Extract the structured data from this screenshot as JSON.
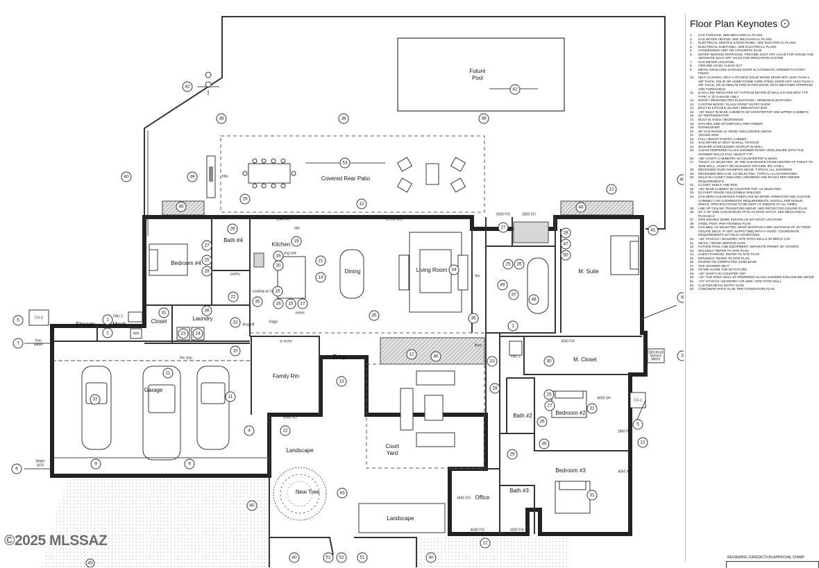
{
  "rooms": {
    "future_pool": [
      "Future",
      "Pool"
    ],
    "covered_rear_patio": "Covered Rear Patio",
    "bbq": "bbq",
    "bedroom4": "Bedroom #4",
    "bath4": "Bath #4",
    "kitchen": "Kitchen",
    "dining": "Dining",
    "living_room": "Living Room",
    "fire": "fire",
    "m_suite": "M. Suite",
    "m_closet": "M. Closet",
    "storage": "Storage",
    "mech": "Mech",
    "closet": "Closet",
    "laundry": "Laundry",
    "pantry": "pantry",
    "drop_off": "drop off",
    "garage": "Garage",
    "family_rm": "Family Rm",
    "entry": "Entry",
    "linen": "linen",
    "court_yard": [
      "Court",
      "Yard"
    ],
    "landscape_1": "Landscape",
    "landscape_2": "Landscape",
    "new_tree": "New Tree",
    "office": "Office",
    "bath3": "Bath #3",
    "bath2": "Bath #2",
    "bedroom2": "Bedroom #2",
    "bedroom3": "Bedroom #3"
  },
  "small_labels": {
    "fau2": "FAU 2",
    "wh": "WH",
    "fau1": "FAU 1",
    "cu2": "CU-2",
    "cu1": "CU-1",
    "gas_meter": [
      "Gas",
      "Meter"
    ],
    "water_sov": [
      "Water",
      "SOV"
    ],
    "electrical_service_meter": [
      "Electrical",
      "Service",
      "Meter"
    ],
    "dsh": "dsh",
    "veg_sink": "veg sink",
    "cooktop": "cooktop w/ hood",
    "fridge": "fridge",
    "ovens": "ovens",
    "tv_niche": "tv niche",
    "fire_stop": "fire stop",
    "d1": "3040 XO",
    "d2": "22090 SLD",
    "d3": "3020 FIX",
    "d4": "2850 XO",
    "d5": "3030 FIX",
    "d6": "6040 XO",
    "d7": "4460 XO",
    "d8": "4040 FIX",
    "d9": "3020 FIX",
    "d10": "4050 SH",
    "d11": "2860 FIX",
    "d12": "4050 XO"
  },
  "bubbles": {
    "b42a": "42",
    "b42b": "42",
    "b38a": "38",
    "b38b": "38",
    "b38c": "38",
    "b53": "53",
    "b40a": "40",
    "b39": "39",
    "b46a": "46",
    "b29a": "29",
    "b12a": "12",
    "b12b": "12",
    "b46b": "46",
    "b40b": "40",
    "b41": "41",
    "b26a": "26",
    "b19": "19",
    "b27a": "27",
    "b25a": "25",
    "b28a": "28",
    "b18": "18",
    "b20": "20",
    "b21": "21",
    "b14": "14",
    "b34": "34",
    "b27b": "27",
    "b28b": "28",
    "b47": "47",
    "b50": "50",
    "b25b": "25",
    "b26b": "26",
    "b49": "49",
    "b37a": "37",
    "b48": "48",
    "b22": "22",
    "b15a": "15",
    "b35a": "35",
    "b36": "36",
    "b16": "16",
    "b15b": "15",
    "b17": "17",
    "b1a": "1",
    "b31a": "31",
    "b32": "32",
    "b23": "23",
    "b24": "24",
    "b35b": "35",
    "b35c": "35",
    "b1b": "1",
    "b8": "8",
    "b5a": "5",
    "b2": "2",
    "b7": "7",
    "b10": "10",
    "b11a": "11",
    "b11b": "11",
    "b12c": "12",
    "b46c": "46",
    "b13": "13",
    "b33": "33",
    "b30": "30",
    "b3": "3",
    "b37b": "37",
    "b28c": "28",
    "b25c": "25",
    "b27c": "27",
    "b31b": "31",
    "b5b": "5",
    "b4": "4",
    "b12d": "12",
    "b26c": "26",
    "b35d": "35",
    "b29b": "29",
    "b12e": "12",
    "b6": "6",
    "b9a": "9",
    "b9b": "9",
    "b40c": "40",
    "b43": "43",
    "b31c": "31",
    "b40d": "40",
    "b51a": "51",
    "b52": "52",
    "b51b": "51",
    "b12f": "12",
    "b40e": "40",
    "b45": "45"
  },
  "watermark": "©2025 MLSSAZ",
  "keynotes": {
    "title": "Floor Plan Keynotes",
    "items": [
      {
        "n": "1.",
        "t": "GAS FURNACE. SEE MECHANICAL PLANS"
      },
      {
        "n": "2.",
        "t": "GAS WATER HEATER. SEE MECHANICAL PLANS"
      },
      {
        "n": "3.",
        "t": "ELECTRICAL SERVICE & MAIN PANEL. SEE ELECTRICAL PLANS"
      },
      {
        "n": "4.",
        "t": "ELECTRICAL SUB PANEL. SEE ELECTRICAL PLANS"
      },
      {
        "n": "5.",
        "t": "CONDENSING UNIT ON CONCRETE SLAB"
      },
      {
        "n": "6.",
        "t": "WATER SERVICE ENTRANCE. PROVIDE SHUT OFF VALVE FOR HOUSE AND SEPARATE SHUT OFF VALVE FOR IRRIGATION SYSTEM"
      },
      {
        "n": "7.",
        "t": "GAS METER LOCATION"
      },
      {
        "n": "8.",
        "t": "GROUND LEVEL CLEAN OUT"
      },
      {
        "n": "9.",
        "t": "METAL INSULATED GARAGE DOOR w/ AUTOMATIC OPENER FACTORY FINISH"
      },
      {
        "n": "10.",
        "t": "SELF-CLOSING, SELF-LATCHING SOLID WOOD DOOR NOT LESS THAN 1-3/8\" THICK, SOLID OR HONEYCOMB CORE STEEL DOOR NOT LESS THAN 1-3/8\" THICK, OR 20 MINUTE FIRE RATED DOOR, WITH WEATHER STRIPPING AND THRESHOLD"
      },
      {
        "n": "11.",
        "t": "DASH LINE INDICATED 1/2\" GYPSUM BOARD @ WALLS & CEILINGS TYP. TYPE 'X' @ GARAGE ONLY"
      },
      {
        "n": "12.",
        "t": "DOOR / WINDOWS PER ELEVATIONS / WINDOW ELEVATIONS"
      },
      {
        "n": "13.",
        "t": "CUSTOM WOOD / GLASS FRONT ENTRY DOOR"
      },
      {
        "n": "14.",
        "t": "BUILT IN KITCHEN ISLAND / BREAKFAST BAR"
      },
      {
        "n": "15.",
        "t": "+36\" BUILT IN BASE CABINETS W/ COUNTERTOP AND UPPER CABINETS"
      },
      {
        "n": "16.",
        "t": "42\" REFRIGERATOR"
      },
      {
        "n": "17.",
        "t": "BUILT IN OVEN / MICROWAVE"
      },
      {
        "n": "18.",
        "t": "KITCHEN SINK W/ DISPOSAL PER OWNER"
      },
      {
        "n": "19.",
        "t": "DISHWASHER"
      },
      {
        "n": "20.",
        "t": "36\" GAS RANGE w/ HOOD / ENCLOSURE ABOVE"
      },
      {
        "n": "21.",
        "t": "VEGGIE SINK"
      },
      {
        "n": "22.",
        "t": "FULL HEIGHT PANTRY CABINET"
      },
      {
        "n": "23.",
        "t": "GAS DRYER w/ VENT IN WALL TO ROOF"
      },
      {
        "n": "24.",
        "t": "WASHER w/ RECESSED HOOKUP IN WALL"
      },
      {
        "n": "25.",
        "t": "CLEAR TEMPERED GLASS SHOWER DOOR / ENCLOSURE WITH TILE SHOWER WALLS FULL HEIGHT TYP."
      },
      {
        "n": "26.",
        "t": "+36\" VANITY CABINETRY W/ COUNTERTOP & SINKS"
      },
      {
        "n": "27.",
        "t": "TOILET, AS SELECTED. 15\" MIN CLEARANCE FROM CENTER OF TOILET TO SIDE WALL, VANITY OR ADJACENT FIXTURE. IRC 2705.1"
      },
      {
        "n": "28.",
        "t": "RECESSED TILED SHAMPOO NICHE. TYPICAL ALL SHOWERS"
      },
      {
        "n": "29.",
        "t": "RECESSED MED CAB. AS SELECTED. TYPICAL ALL BATHROOMS"
      },
      {
        "n": "30.",
        "t": "WALK-IN CLOSET SHELVING, DRAWERS AND RACKS PER OWNER REQUIREMENTS"
      },
      {
        "n": "31.",
        "t": "CLOSET SHELF AND ROD"
      },
      {
        "n": "32.",
        "t": "+36\" BASE CABINET W/ COUNTER TOP, AS SELECTED"
      },
      {
        "n": "33.",
        "t": "(5) PAINT GRADE ADJUSTABLE SHELVES"
      },
      {
        "n": "34.",
        "t": "GAS ZERO CLEARANCE FIREPLACE W/ SPARK ARRESTOR AND CUSTOM CHIMNEY CAP COORDINATE REQUIREMENTS, INSTALL PER MANUF. SPECS. SPECIFICATIONS TO BE KEPT AT JOBSITE AT ALL TIMES."
      },
      {
        "n": "35.",
        "t": "LINE OF CEILING TRANSITION ABOVE. SEE REFLECTED CEILING PLAN"
      },
      {
        "n": "36.",
        "t": "22\" X 30\" (MIN CLEARANCE) ATTIC ACCESS HATCH. SEE MECHANICAL PLAN M1.0"
      },
      {
        "n": "37.",
        "t": "2020 DOUBLE DOME PLEXIGLAS SKYLIGHT LOCATION"
      },
      {
        "n": "38.",
        "t": "STEEL POST. PER FRAMING PLAN"
      },
      {
        "n": "39.",
        "t": "GAS BBQ, AS SELECTED. MUST MAINTAIN A MIN. DISTANCE OF 10' FROM CEILING DECK, IF NOT, SUPPLY BBQ WITH A HOOD. COORDINATE REQUIREMENTS W/ FIELD CONDITIONS"
      },
      {
        "n": "40.",
        "t": "+48\" STUCCO / MASONRY SITE PATIO WALLS W/ BRICK CAP"
      },
      {
        "n": "41.",
        "t": "METAL / WOOD SERVICE GATE"
      },
      {
        "n": "42.",
        "t": "FUTURE POOL AND EQUIPMENT. SEPARATE PERMIT, BY OTHERS"
      },
      {
        "n": "43.",
        "t": "WALKWAY. REFER TO SITE PLAN"
      },
      {
        "n": "44.",
        "t": "GUEST PARKING. REFER TO SITE PLAN"
      },
      {
        "n": "45.",
        "t": "DRIVEWAY. REFER TO SITE PLAN"
      },
      {
        "n": "46.",
        "t": "PAVERS ON COMPACTED SAND BASE"
      },
      {
        "n": "47.",
        "t": "TILE SHOWER SEAT"
      },
      {
        "n": "48.",
        "t": "STAND ALONE TUB W/ FIXTURE"
      },
      {
        "n": "49.",
        "t": "+36\" VANITY W/ COUNTER TOP"
      },
      {
        "n": "50.",
        "t": "+42\" TILE PONY WALL W/ TEMPERED GLASS SHOWER ENCLOSURE ABOVE"
      },
      {
        "n": "51.",
        "t": "+72\" STUCCO / MASONRY COLUMN / SITE PATIO WALL"
      },
      {
        "n": "52.",
        "t": "CUSTOM METAL ENTRY GATE"
      },
      {
        "n": "53.",
        "t": "CONCRETE PATIO SLAB. PER FOUNDATION PLAN"
      }
    ]
  },
  "approval_stamp": "REVIEWING JURISDICTION APPROVAL STAMP"
}
